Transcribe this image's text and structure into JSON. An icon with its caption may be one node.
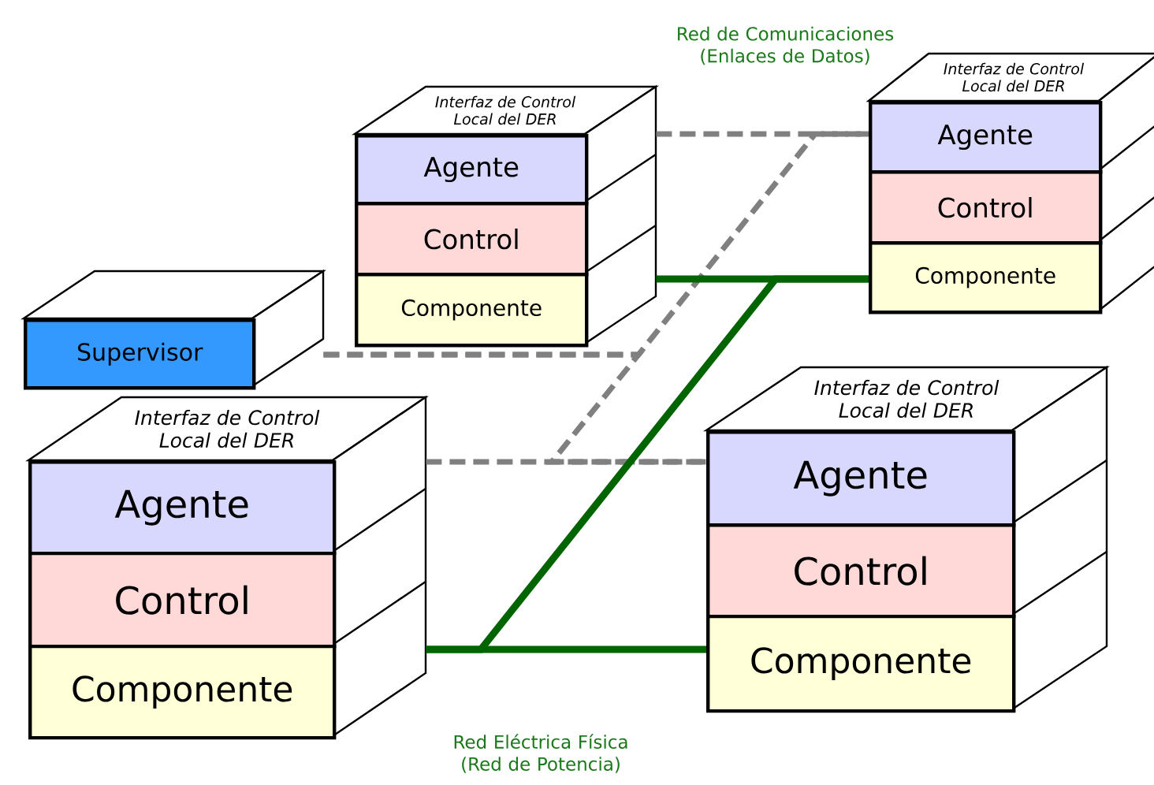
{
  "diagram": {
    "nodes": [
      {
        "text": [
          "Interfaz de Control Local del DER"
        ]
      },
      {
        "text": [
          "Agente"
        ],
        "in": 0
      },
      {
        "text": [
          "Control"
        ],
        "in": 0
      },
      {
        "text": [
          "Componente"
        ],
        "in": 0
      },
      {
        "text": [
          "Interfaz de Control Local del DER"
        ]
      },
      {
        "text": [
          "Agente"
        ],
        "in": 4
      },
      {
        "text": [
          "Control"
        ],
        "in": 4
      },
      {
        "text": [
          "Componente"
        ],
        "in": 4
      },
      {
        "text": [
          "Supervisor"
        ]
      },
      {
        "text": [
          "Interfaz de Control Local del DER"
        ]
      },
      {
        "text": [
          "Agente"
        ],
        "in": 9
      },
      {
        "text": [
          "Control"
        ],
        "in": 9
      },
      {
        "text": [
          "Componente"
        ],
        "in": 9
      },
      {
        "text": [
          "Interfaz de Control Local del DER"
        ]
      },
      {
        "text": [
          "Agente"
        ],
        "in": 13
      },
      {
        "text": [
          "Control"
        ],
        "in": 13
      },
      {
        "text": [
          "Componente"
        ],
        "in": 13
      }
    ],
    "edges": [
      {
        "from": 0,
        "to": 5,
        "arrow": "none",
        "style": "dashed"
      },
      {
        "from": 9,
        "to": 14,
        "arrow": "none",
        "style": "dashed"
      },
      {
        "from": 8,
        "to": 5,
        "arrow": "none",
        "style": "dashed"
      },
      {
        "from": 8,
        "to": 14,
        "arrow": "none",
        "style": "dashed"
      },
      {
        "from": 0,
        "to": 7,
        "arrow": "none",
        "color": "#006400"
      },
      {
        "from": 9,
        "to": 16,
        "arrow": "none",
        "color": "#006400"
      },
      {
        "from": 9,
        "to": 7,
        "arrow": "none",
        "color": "#006400"
      }
    ],
    "labels": [
      "Red de Comunicaciones (Enlaces de Datos)",
      "Red Eléctrica Física (Red de Potencia)"
    ]
  }
}
